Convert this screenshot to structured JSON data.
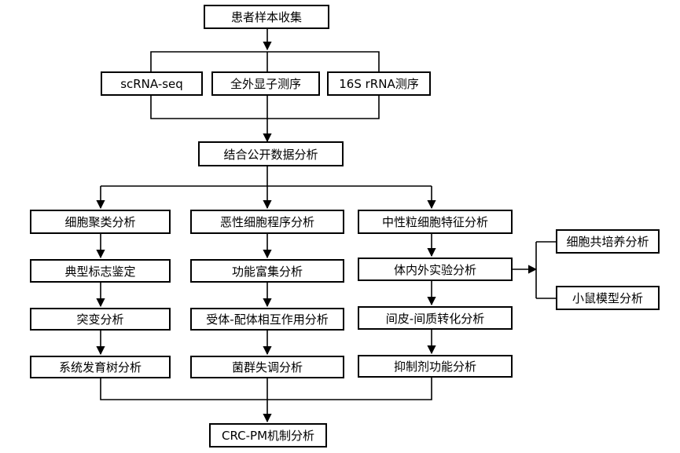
{
  "flowchart": {
    "top": {
      "collect": "患者样本收集",
      "methods": [
        "scRNA-seq",
        "全外显子测序",
        "16S rRNA测序"
      ],
      "integrate": "结合公开数据分析"
    },
    "branches": [
      [
        "细胞聚类分析",
        "典型标志鉴定",
        "突变分析",
        "系统发育树分析"
      ],
      [
        "恶性细胞程序分析",
        "功能富集分析",
        "受体-配体相互作用分析",
        "菌群失调分析"
      ],
      [
        "中性粒细胞特征分析",
        "体内外实验分析",
        "间皮-间质转化分析",
        "抑制剂功能分析"
      ]
    ],
    "side": [
      "细胞共培养分析",
      "小鼠模型分析"
    ],
    "bottom": "CRC-PM机制分析"
  }
}
